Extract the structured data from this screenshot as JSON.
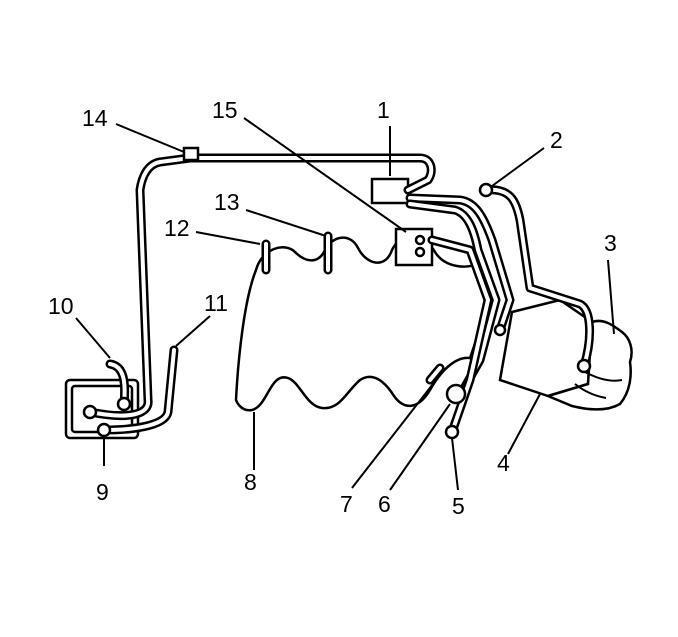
{
  "diagram": {
    "callouts": {
      "c1": "1",
      "c2": "2",
      "c3": "3",
      "c4": "4",
      "c5": "5",
      "c6": "6",
      "c7": "7",
      "c8": "8",
      "c9": "9",
      "c10": "10",
      "c11": "11",
      "c12": "12",
      "c13": "13",
      "c14": "14",
      "c15": "15"
    },
    "colors": {
      "line": "#000000",
      "background": "#ffffff"
    }
  }
}
